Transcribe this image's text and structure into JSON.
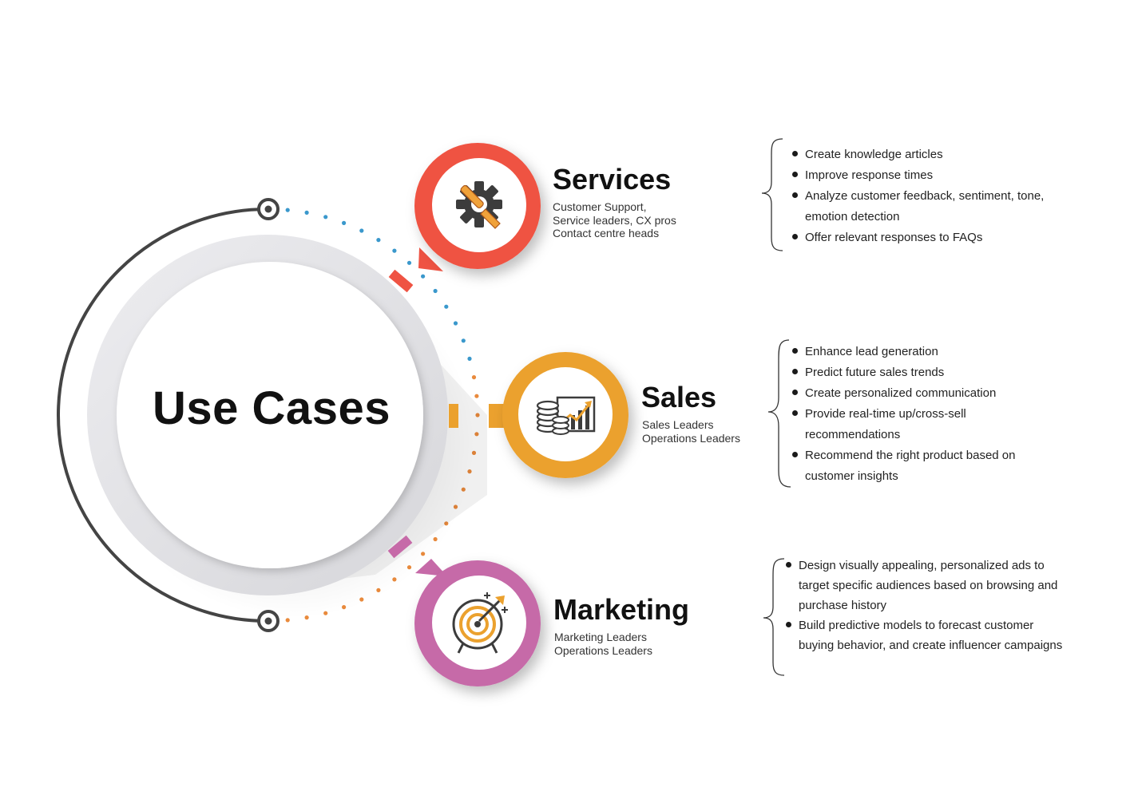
{
  "title": "Use Cases",
  "colors": {
    "services": "#ef5343",
    "sales": "#eba12e",
    "marketing": "#c66aa8",
    "dots_blue": "#3a98cc",
    "dots_orange": "#e98a3c",
    "ring_dark": "#444444",
    "disc_grey": "#e6e6ea"
  },
  "segments": [
    {
      "key": "services",
      "title": "Services",
      "icon": "gear-wrench-icon",
      "subtitle_lines": [
        "Customer Support,",
        "Service leaders, CX pros",
        "Contact centre heads"
      ],
      "bullets": [
        "Create knowledge articles",
        "Improve response times",
        "Analyze customer feedback, sentiment, tone, emotion detection",
        "Offer relevant responses to FAQs"
      ]
    },
    {
      "key": "sales",
      "title": "Sales",
      "icon": "coins-chart-icon",
      "subtitle_lines": [
        "Sales Leaders",
        "Operations Leaders"
      ],
      "bullets": [
        "Enhance lead generation",
        "Predict future sales trends",
        "Create personalized communication",
        "Provide real-time up/cross-sell recommendations",
        "Recommend the right product based on customer insights"
      ]
    },
    {
      "key": "marketing",
      "title": "Marketing",
      "icon": "target-arrow-icon",
      "subtitle_lines": [
        "Marketing Leaders",
        "Operations Leaders"
      ],
      "bullets": [
        "Design visually appealing, personalized ads to target specific audiences based on browsing and purchase history",
        "Build predictive models to forecast customer buying behavior, and create influencer campaigns"
      ]
    }
  ]
}
